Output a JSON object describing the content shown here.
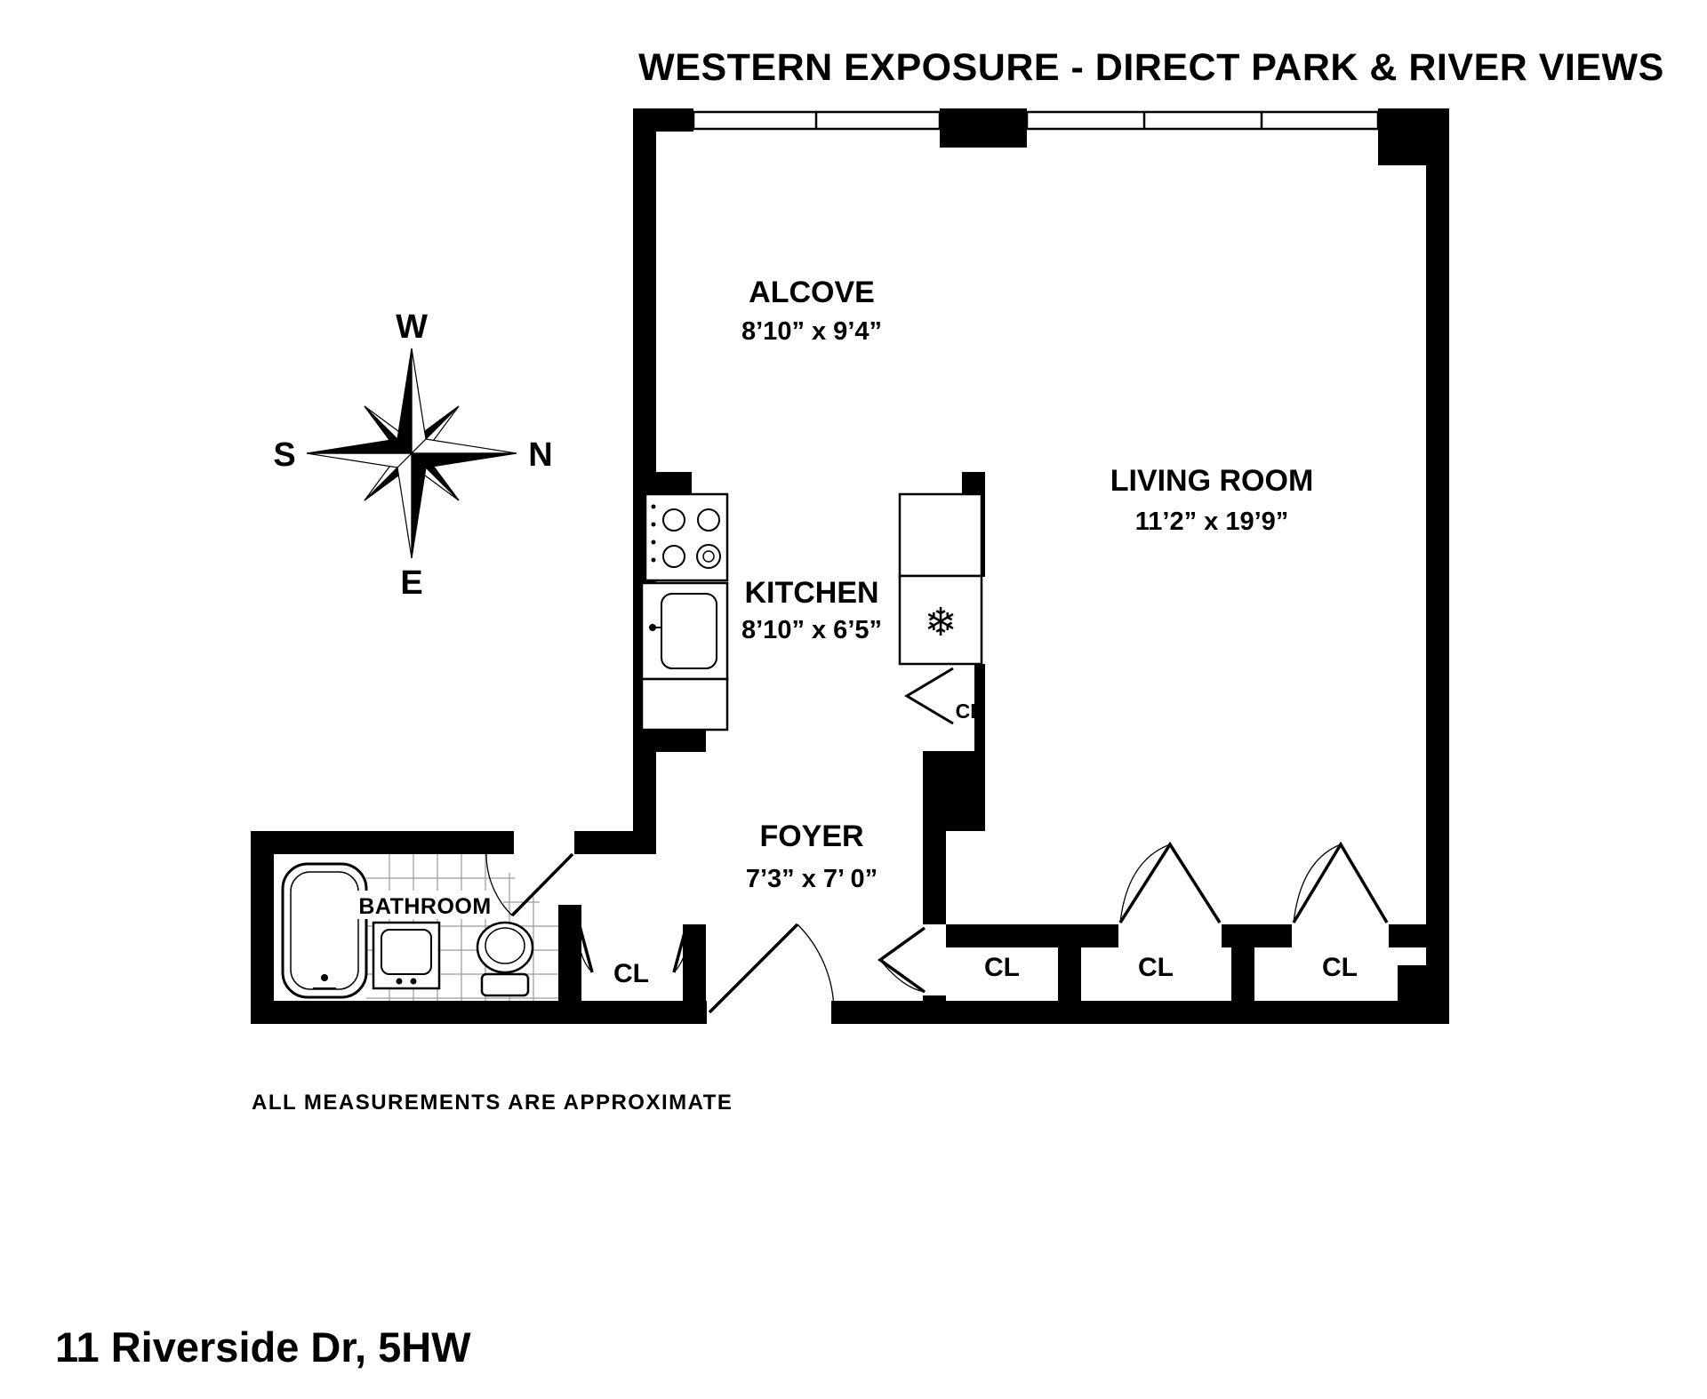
{
  "title": "WESTERN EXPOSURE - DIRECT PARK & RIVER VIEWS",
  "compass": {
    "west": "W",
    "north": "N",
    "south": "S",
    "east": "E"
  },
  "rooms": {
    "alcove": {
      "name": "ALCOVE",
      "dims": "8’10” x 9’4”"
    },
    "living_room": {
      "name": "LIVING ROOM",
      "dims": "11’2” x 19’9”"
    },
    "kitchen": {
      "name": "KITCHEN",
      "dims": "8’10” x 6’5”"
    },
    "foyer": {
      "name": "FOYER",
      "dims": "7’3” x 7’ 0”"
    },
    "bathroom": {
      "name": "BATHROOM"
    }
  },
  "closets": [
    "CL",
    "CL",
    "CL",
    "CL",
    "CL"
  ],
  "icons": {
    "refrigerator_snowflake": "❄"
  },
  "footnote": "ALL MEASUREMENTS ARE APPROXIMATE",
  "address": "11 Riverside Dr, 5HW",
  "colors": {
    "wall": "#000000",
    "background": "#ffffff",
    "tile_line": "#9a9a9a"
  }
}
